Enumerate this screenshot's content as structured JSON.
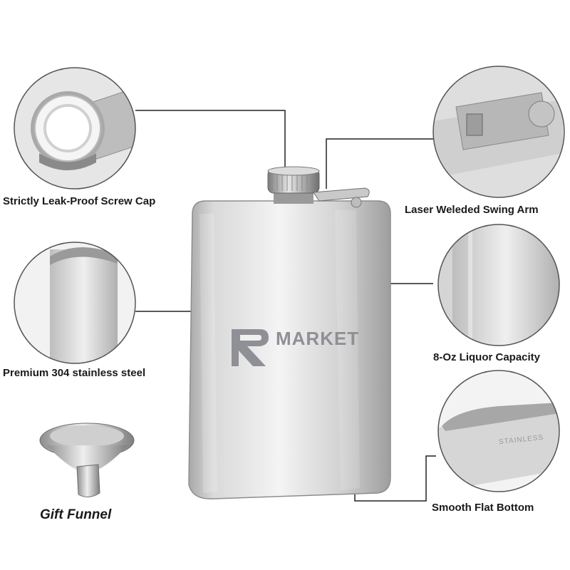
{
  "labels": {
    "screw_cap": "Strictly Leak-Proof Screw Cap",
    "swing_arm": "Laser Weleded Swing Arm",
    "steel": "Premium 304 stainless steel",
    "capacity": "8-Oz Liquor Capacity",
    "funnel": "Gift Funnel",
    "bottom": "Smooth Flat Bottom"
  },
  "logo": {
    "text": "MARKET"
  },
  "engraving": "STAINLESS",
  "colors": {
    "label_text": "#1a1a1a",
    "steel_light": "#f2f2f2",
    "steel_dark": "#9c9c9c",
    "logo": "#8f8f96",
    "leader_line": "#222222"
  }
}
